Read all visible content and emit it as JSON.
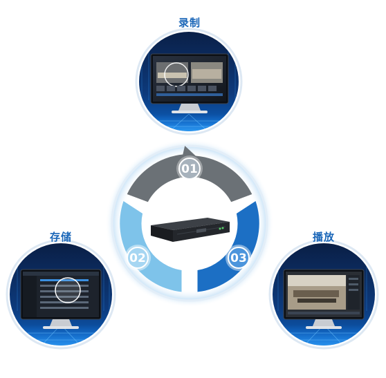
{
  "labels": {
    "top": "录制",
    "left": "存储",
    "right": "播放"
  },
  "steps": [
    {
      "number": "01"
    },
    {
      "number": "02"
    },
    {
      "number": "03"
    }
  ],
  "colors": {
    "label": "#1a66b8",
    "segment_01": "#6b7176",
    "segment_02": "#7ec3ea",
    "segment_03": "#1c6fc4",
    "circle_bg": "#0b2a5c"
  }
}
